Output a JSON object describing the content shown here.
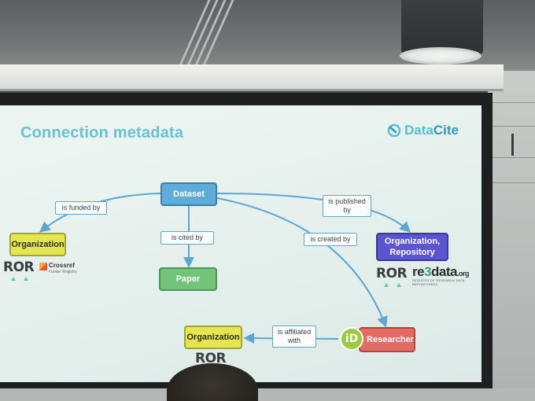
{
  "slide": {
    "title": "Connection metadata",
    "brand": {
      "name_part1": "Data",
      "name_part2": "Cite",
      "icon": "datacite-logo-icon"
    },
    "nodes": {
      "dataset": "Dataset",
      "organization_funder": "Organization",
      "paper": "Paper",
      "organization_repository": "Organization, Repository",
      "researcher": "Researcher",
      "organization_affiliation": "Organization"
    },
    "edges": {
      "funded": "is funded by",
      "cited": "is cited by",
      "created": "is created by",
      "published": "is published by",
      "affiliated": "is affiliated with"
    },
    "logos": {
      "ror": "ROR",
      "crossref_name": "Crossref",
      "crossref_sub": "Funder Registry",
      "re3_prefix": "re",
      "re3_three": "3",
      "re3_suffix": "data",
      "re3_org": ".org",
      "re3_sub": "REGISTRY OF RESEARCH DATA REPOSITORIES",
      "orcid": "iD"
    },
    "colors": {
      "title": "#69c1d4",
      "dataset": "#5dadd8",
      "organization": "#e4e54f",
      "paper": "#72c47b",
      "repository": "#5b55d0",
      "researcher": "#e36b62",
      "orcid": "#9ccc3e",
      "links": "#5aa7cf"
    }
  }
}
